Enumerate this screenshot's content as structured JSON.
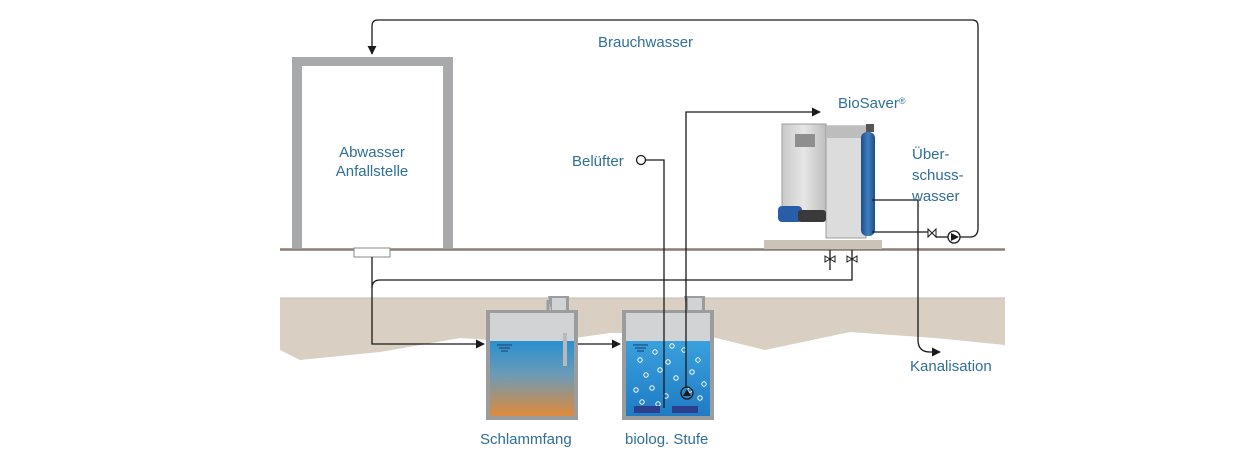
{
  "labels": {
    "brauchwasser": "Brauchwasser",
    "biosaver": "BioSaver",
    "biosaver_mark": "®",
    "abwasser_line1": "Abwasser",
    "abwasser_line2": "Anfallstelle",
    "beluefter": "Belüfter",
    "ueberschuss_line1": "Über-",
    "ueberschuss_line2": "schuss-",
    "ueberschuss_line3": "wasser",
    "kanalisation": "Kanalisation",
    "schlammfang": "Schlammfang",
    "biolog_stufe": "biolog. Stufe"
  },
  "colors": {
    "label_text": "#2f6f98",
    "pipe": "#1a1a1a",
    "soil": "#d9cfc3",
    "ground_line": "#8a7f78",
    "building_frame": "#a7a9ab",
    "tank_wall": "#9a9c9e",
    "water_blue": "#2a8fd0",
    "sludge_orange": "#e08a3a",
    "unit_cabinet": "#d7d7d7",
    "pump_blue": "#2a5da8"
  }
}
